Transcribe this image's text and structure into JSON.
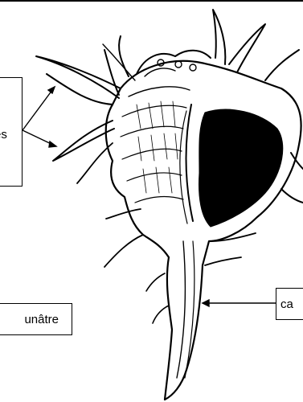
{
  "labels": {
    "spines": "es",
    "canal": "ca",
    "color": "unâtre"
  },
  "colors": {
    "ink": "#000000",
    "paper": "#ffffff"
  }
}
